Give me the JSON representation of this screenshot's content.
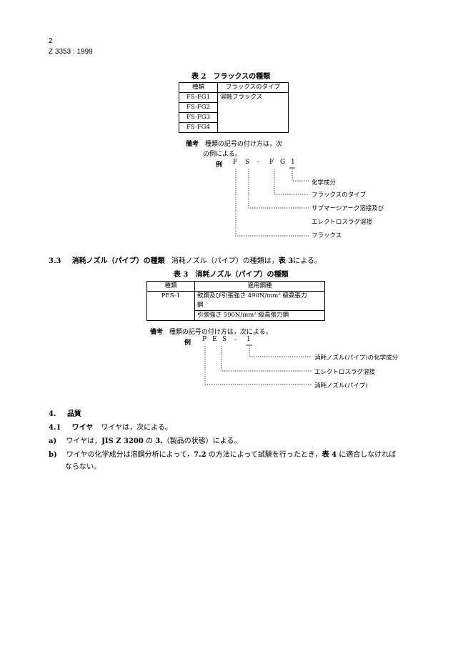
{
  "header": {
    "page_number": "2",
    "standard_id": "Z 3353 : 1999"
  },
  "table2": {
    "title": "表 2　フラックスの種類",
    "col_headers": [
      "種類",
      "フラックスのタイプ"
    ],
    "kinds": [
      "FS-FG1",
      "FS-FG2",
      "FS-FG3",
      "FS-FG4"
    ],
    "type": "溶融フラックス",
    "remark_label": "備考",
    "remark_line1": "種類の記号の付け方は，次",
    "remark_line2": "の例による。",
    "example_label": "例",
    "example_chars": [
      "F",
      "S",
      "-",
      "F",
      "G",
      "1"
    ],
    "legend": [
      "化学成分",
      "フラックスのタイプ",
      "サブマージアーク溶接及び",
      "エレクトロスラグ溶接",
      "フラックス"
    ]
  },
  "section33": {
    "number": "3.3",
    "heading": "消耗ノズル（パイプ）の種類",
    "text_pre": "消耗ノズル（パイプ）の種類は，",
    "text_ref": "表 3",
    "text_post": "による。"
  },
  "table3": {
    "title": "表 3　消耗ノズル（パイプ）の種類",
    "col_headers": [
      "種類",
      "適用鋼種"
    ],
    "kind": "PES-1",
    "row1_line1": "軟鋼及び引張強さ 490N/mm² 級高張力",
    "row1_line2": "鋼",
    "row2": "引張強さ 590N/mm² 級高張力鋼",
    "remark_label": "備考",
    "remark_text": "種類の記号の付け方は，次による。",
    "example_label": "例",
    "example_chars": [
      "P",
      "E",
      "S",
      "-",
      "1"
    ],
    "legend": [
      "消耗ノズル(パイプ)の化学成分",
      "エレクトロスラグ溶接",
      "消耗ノズル(パイプ)"
    ]
  },
  "section4": {
    "number": "4.",
    "heading": "品質",
    "sub_number": "4.1",
    "sub_heading": "ワイヤ",
    "sub_text": "ワイヤは，次による。",
    "item_a_label": "a)",
    "item_a_pre": "ワイヤは，",
    "item_a_ref1": "JIS Z 3200",
    "item_a_mid": " の ",
    "item_a_ref2": "3.",
    "item_a_post": "（製品の状態）による。",
    "item_b_label": "b)",
    "item_b_pre": "ワイヤの化学成分は溶鋼分析によって，",
    "item_b_ref1": "7.2",
    "item_b_mid": " の方法によって試験を行ったとき，",
    "item_b_ref2": "表 4",
    "item_b_post": " に適合しなければ",
    "item_b_line2": "ならない。"
  }
}
